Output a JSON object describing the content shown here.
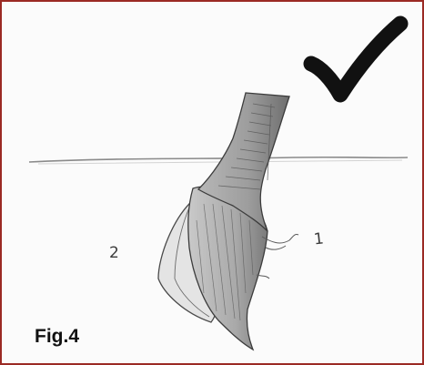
{
  "figure": {
    "caption": "Fig.4",
    "label_1": "1",
    "label_2": "2",
    "mark_icon": "checkmark-icon",
    "frame_color": "#9b2a24",
    "check_color": "#111111"
  }
}
